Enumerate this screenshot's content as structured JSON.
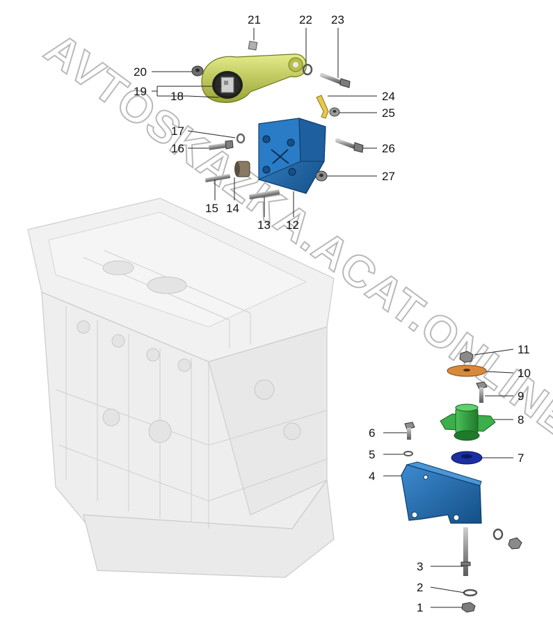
{
  "watermark": "AVTOSKAZKA.ACAT.ONLINE",
  "callouts": [
    {
      "id": "1",
      "text": "1"
    },
    {
      "id": "2",
      "text": "2"
    },
    {
      "id": "3",
      "text": "3"
    },
    {
      "id": "4",
      "text": "4"
    },
    {
      "id": "5",
      "text": "5"
    },
    {
      "id": "6",
      "text": "6"
    },
    {
      "id": "7",
      "text": "7"
    },
    {
      "id": "8",
      "text": "8"
    },
    {
      "id": "9",
      "text": "9"
    },
    {
      "id": "10",
      "text": "10"
    },
    {
      "id": "11",
      "text": "11"
    },
    {
      "id": "12",
      "text": "12"
    },
    {
      "id": "13",
      "text": "13"
    },
    {
      "id": "14",
      "text": "14"
    },
    {
      "id": "15",
      "text": "15"
    },
    {
      "id": "16",
      "text": "16"
    },
    {
      "id": "17",
      "text": "17"
    },
    {
      "id": "18",
      "text": "18"
    },
    {
      "id": "19",
      "text": "19"
    },
    {
      "id": "20",
      "text": "20"
    },
    {
      "id": "21",
      "text": "21"
    },
    {
      "id": "22",
      "text": "22"
    },
    {
      "id": "23",
      "text": "23"
    },
    {
      "id": "24",
      "text": "24"
    },
    {
      "id": "25",
      "text": "25"
    },
    {
      "id": "26",
      "text": "26"
    },
    {
      "id": "27",
      "text": "27"
    }
  ],
  "colors": {
    "engine": "#dcdcdc",
    "engine_edge": "#a9a9a9",
    "torque_rod": "#c7d25a",
    "upper_bracket": "#1f6fb5",
    "lower_bracket": "#1f6fb5",
    "cushion": "#2e9e3a",
    "washer_orange": "#d9893a",
    "washer_blue": "#1b2fa0",
    "hardware": "#8c8c8c",
    "tab_yellow": "#e0c040"
  }
}
